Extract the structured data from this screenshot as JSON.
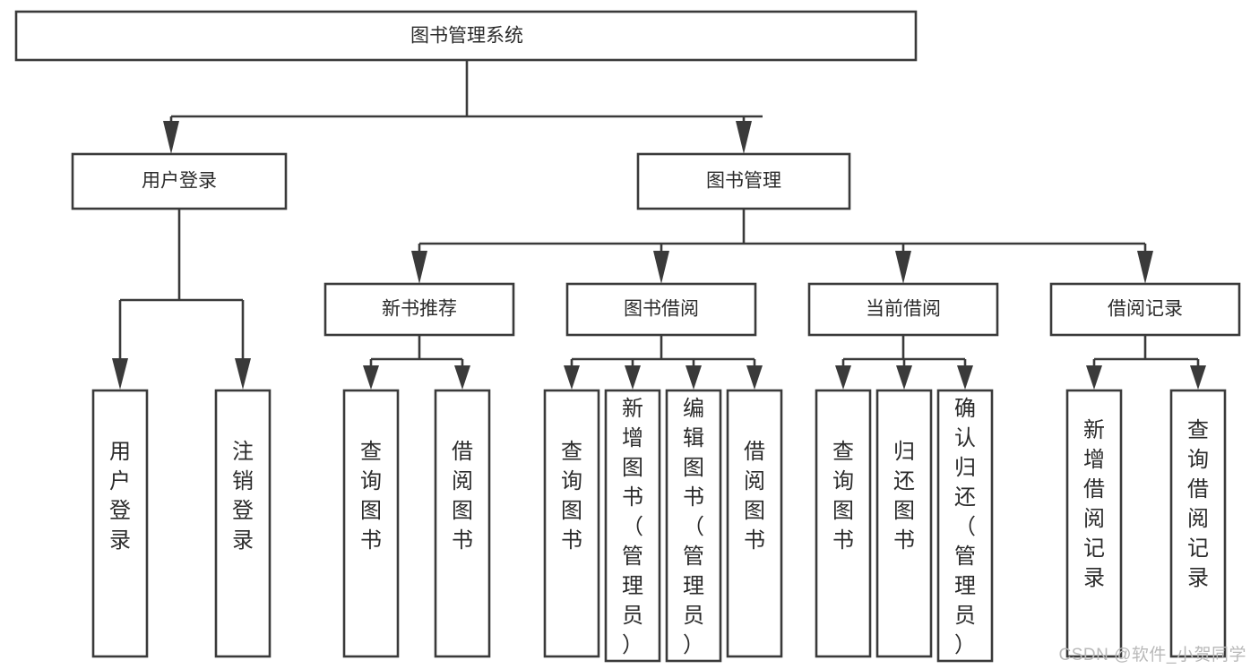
{
  "diagram": {
    "type": "tree-hierarchy-chart",
    "title": "图书管理系统",
    "watermark": "CSDN @软件_小贺同学",
    "colors": {
      "stroke": "#3a3a3a",
      "fill": "#ffffff",
      "text": "#2b2b2b",
      "watermark": "#b9b9b9"
    },
    "levels": {
      "root": {
        "label": "图书管理系统"
      },
      "level2": [
        {
          "label": "用户登录"
        },
        {
          "label": "图书管理"
        }
      ],
      "level3": [
        {
          "label": "新书推荐"
        },
        {
          "label": "图书借阅"
        },
        {
          "label": "当前借阅"
        },
        {
          "label": "借阅记录"
        }
      ],
      "leaves": {
        "user_login": [
          {
            "label": "用户登录"
          },
          {
            "label": "注销登录"
          }
        ],
        "new_book_recommend": [
          {
            "label": "查询图书"
          },
          {
            "label": "借阅图书"
          }
        ],
        "book_borrow": [
          {
            "label": "查询图书"
          },
          {
            "label": "新增图书（管理员）"
          },
          {
            "label": "编辑图书（管理员）"
          },
          {
            "label": "借阅图书"
          }
        ],
        "current_borrow": [
          {
            "label": "查询图书"
          },
          {
            "label": "归还图书"
          },
          {
            "label": "确认归还（管理员）"
          }
        ],
        "borrow_records": [
          {
            "label": "新增借阅记录"
          },
          {
            "label": "查询借阅记录"
          }
        ]
      }
    },
    "edges": [
      {
        "from": "图书管理系统",
        "to": "用户登录"
      },
      {
        "from": "图书管理系统",
        "to": "图书管理"
      },
      {
        "from": "用户登录",
        "to": "用户登录"
      },
      {
        "from": "用户登录",
        "to": "注销登录"
      },
      {
        "from": "图书管理",
        "to": "新书推荐"
      },
      {
        "from": "图书管理",
        "to": "图书借阅"
      },
      {
        "from": "图书管理",
        "to": "当前借阅"
      },
      {
        "from": "图书管理",
        "to": "借阅记录"
      },
      {
        "from": "新书推荐",
        "to": "查询图书"
      },
      {
        "from": "新书推荐",
        "to": "借阅图书"
      },
      {
        "from": "图书借阅",
        "to": "查询图书"
      },
      {
        "from": "图书借阅",
        "to": "新增图书（管理员）"
      },
      {
        "from": "图书借阅",
        "to": "编辑图书（管理员）"
      },
      {
        "from": "图书借阅",
        "to": "借阅图书"
      },
      {
        "from": "当前借阅",
        "to": "查询图书"
      },
      {
        "from": "当前借阅",
        "to": "归还图书"
      },
      {
        "from": "当前借阅",
        "to": "确认归还（管理员）"
      },
      {
        "from": "借阅记录",
        "to": "新增借阅记录"
      },
      {
        "from": "借阅记录",
        "to": "查询借阅记录"
      }
    ]
  }
}
